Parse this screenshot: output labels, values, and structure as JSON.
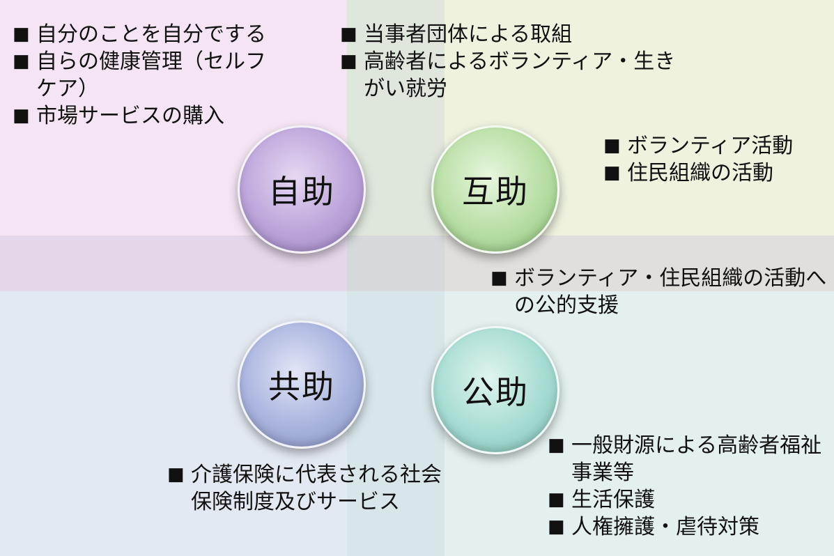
{
  "circles": {
    "jijo": "自助",
    "gojo": "互助",
    "kyojo": "共助",
    "kojo": "公助"
  },
  "bullet": "■",
  "lists": {
    "jijo": [
      "自分のことを自分でする",
      "自らの健康管理（セルフケア）",
      "市場サービスの購入"
    ],
    "gojo_top": [
      "当事者団体による取組",
      "高齢者によるボランティア・生きがい就労"
    ],
    "gojo_right": [
      "ボランティア活動",
      "住民組織の活動"
    ],
    "bridge": [
      "ボランティア・住民組織の活動への公的支援"
    ],
    "kyojo": [
      "介護保険に代表される社会保険制度及びサービス"
    ],
    "kojo": [
      "一般財源による高齢者福祉事業等",
      "生活保護",
      "人権擁護・虐待対策"
    ]
  }
}
